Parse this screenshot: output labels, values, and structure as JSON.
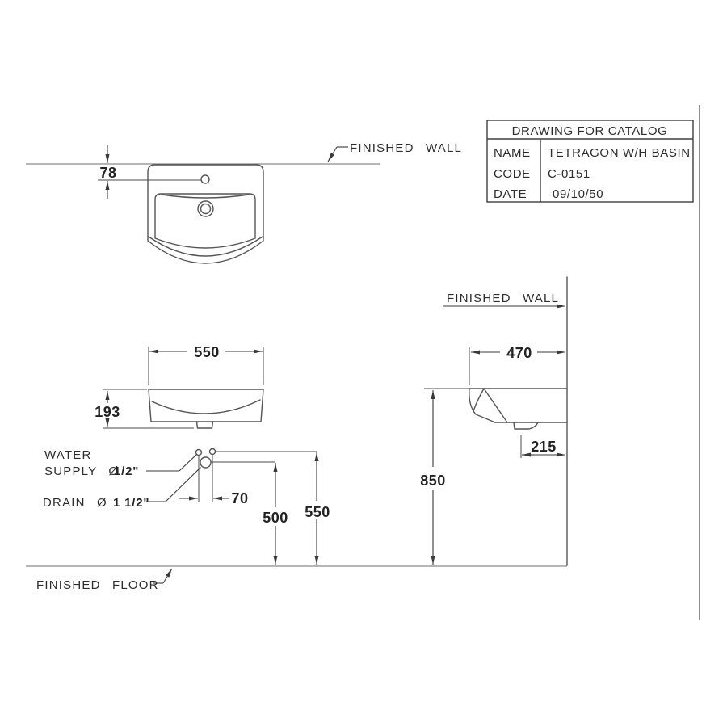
{
  "drawing": {
    "background": "#ffffff",
    "line_color": "#555555",
    "dim_color": "#3a3a3a",
    "text_color": "#2d2d2d"
  },
  "title_block": {
    "header": "DRAWING FOR CATALOG",
    "rows": [
      {
        "label": "NAME",
        "value": "TETRAGON W/H BASIN"
      },
      {
        "label": "CODE",
        "value": "C-0151"
      },
      {
        "label": "DATE",
        "value": "09/10/50"
      }
    ]
  },
  "labels": {
    "finished_wall_top": "FINISHED WALL",
    "finished_wall_side": "FINISHED WALL",
    "finished_floor": "FINISHED FLOOR",
    "water_supply_line1": "WATER",
    "water_supply_line2": "SUPPLY Ø",
    "water_supply_size": "1/2\"",
    "drain_line": "DRAIN Ø",
    "drain_size": "1 1/2\""
  },
  "dimensions": {
    "faucet_to_wall": "78",
    "basin_width": "550",
    "basin_height": "193",
    "supply_spacing": "70",
    "drain_height_from_floor": "500",
    "supply_height_from_floor": "550",
    "basin_depth": "470",
    "drain_to_wall": "215",
    "rim_height_from_floor": "850"
  }
}
